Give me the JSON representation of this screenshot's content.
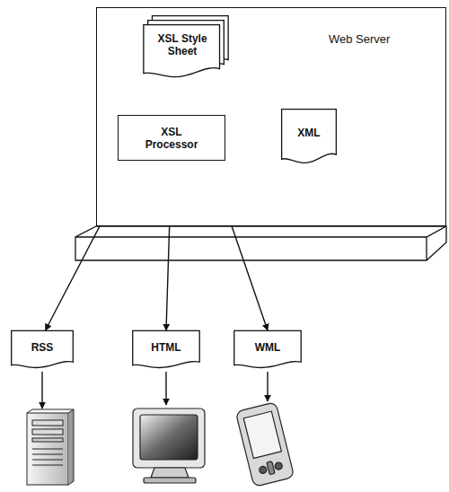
{
  "diagram": {
    "nodes": [
      {
        "text": [
          "Web Server"
        ]
      },
      {
        "text": [
          "XSL Style Sheet"
        ],
        "in": 0
      },
      {
        "text": [
          "XSL Processor"
        ],
        "in": 0
      },
      {
        "text": [
          "XML"
        ],
        "in": 0
      },
      {
        "text": [
          "RSS"
        ]
      },
      {
        "text": [
          "HTML"
        ]
      },
      {
        "text": [
          "WML"
        ]
      }
    ],
    "edges": [
      {
        "from": 1,
        "to": 2,
        "arrow": "to"
      },
      {
        "from": 3,
        "to": 2,
        "arrow": "to"
      },
      {
        "from": 2,
        "to": 4,
        "arrow": "to"
      },
      {
        "from": 2,
        "to": 5,
        "arrow": "to"
      },
      {
        "from": 2,
        "to": 6,
        "arrow": "to"
      }
    ]
  }
}
